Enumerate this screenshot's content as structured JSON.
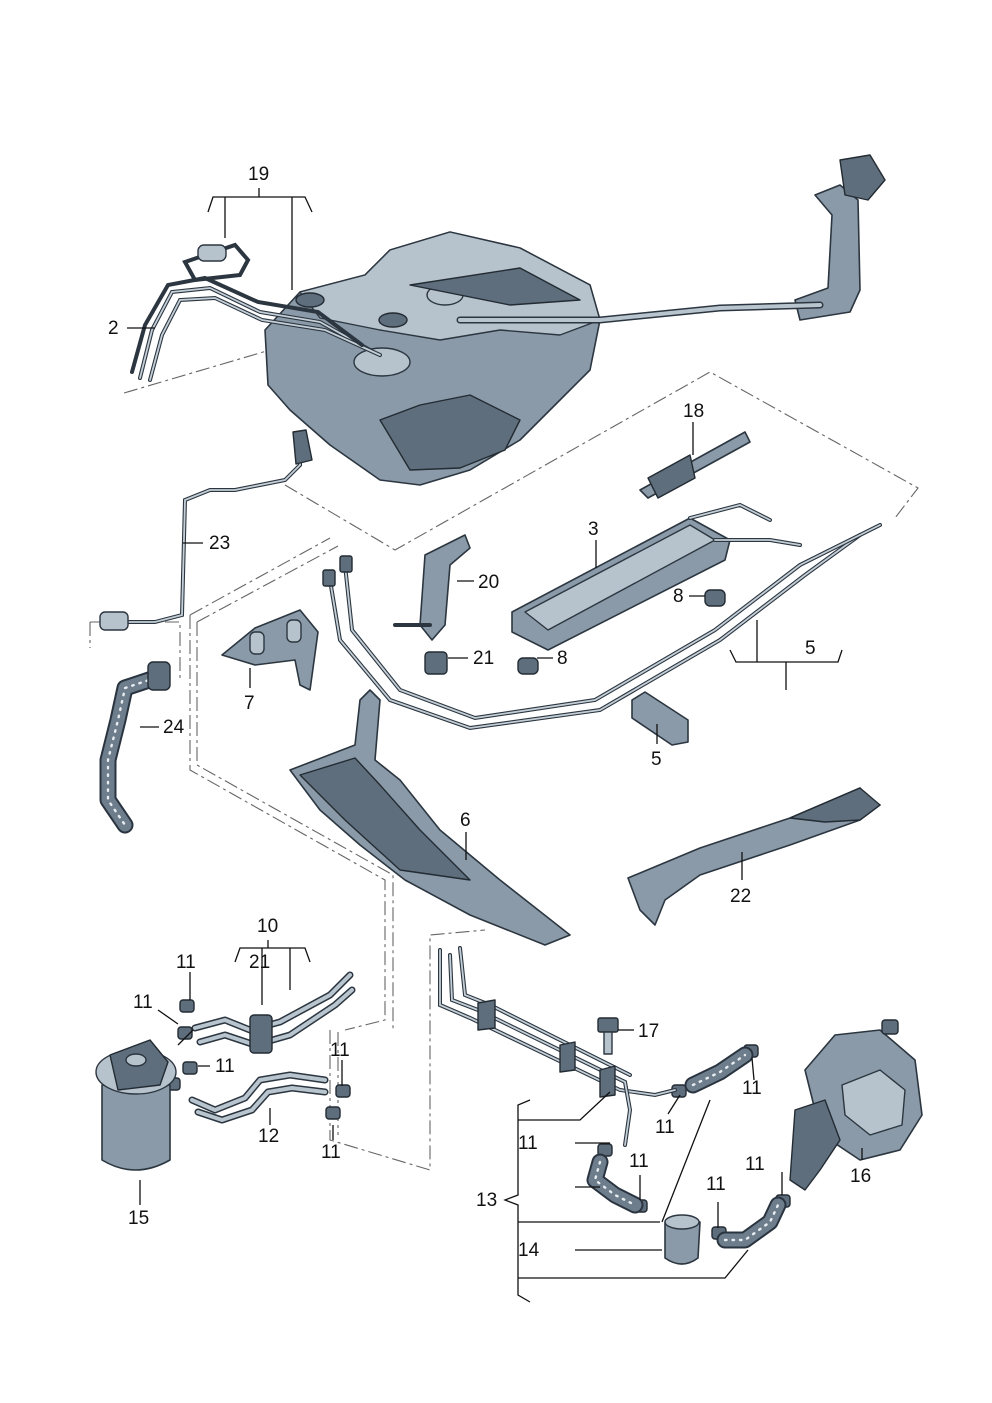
{
  "callouts": {
    "c19": "19",
    "c2": "2",
    "c18": "18",
    "c3": "3",
    "c23": "23",
    "c20": "20",
    "c8a": "8",
    "c21a": "21",
    "c8b": "8",
    "c5a": "5",
    "c7": "7",
    "c24": "24",
    "c5b": "5",
    "c6": "6",
    "c22": "22",
    "c10": "10",
    "c21b": "21",
    "c11a": "11",
    "c11b": "11",
    "c11c": "11",
    "c11d": "11",
    "c11e": "11",
    "c17": "17",
    "c12": "12",
    "c11f": "11",
    "c11g": "11",
    "c11h": "11",
    "c11i": "11",
    "c11j": "11",
    "c11k": "11",
    "c16": "16",
    "c13": "13",
    "c14": "14",
    "c15": "15"
  },
  "colors": {
    "part_fill": "#8a9aa8",
    "part_outline": "#2c3640",
    "text": "#111111",
    "dash_line": "#666666"
  }
}
